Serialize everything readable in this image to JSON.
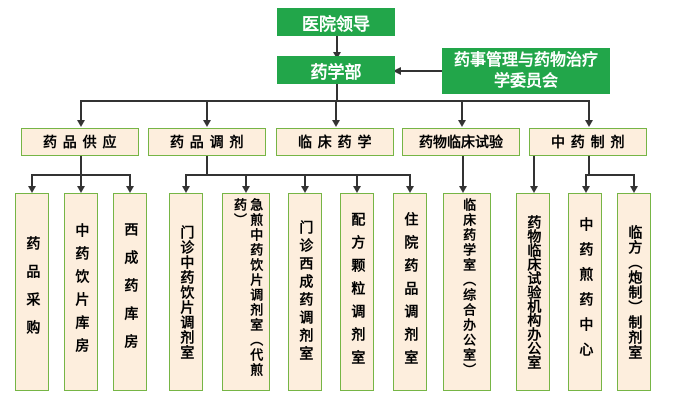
{
  "top": {
    "leader": "医院领导",
    "pharmacy_dept": "药学部",
    "committee": "药事管理与药物治疗学委员会"
  },
  "departments": [
    {
      "label": "药 品 供 应"
    },
    {
      "label": "药 品 调 剂"
    },
    {
      "label": "临 床 药 学"
    },
    {
      "label": "药物临床试验"
    },
    {
      "label": "中 药 制 剂"
    }
  ],
  "units": [
    {
      "label": "药品采购"
    },
    {
      "label": "中药饮片库房"
    },
    {
      "label": "西成药库房"
    },
    {
      "label": "门诊中药饮片调剂室"
    },
    {
      "label": "急煎中药饮片调剂室（代煎药）"
    },
    {
      "label": "门诊西成药调剂室"
    },
    {
      "label": "配方颗粒调剂室"
    },
    {
      "label": "住院药品调剂室"
    },
    {
      "label": "临床药学室（综合办公室）"
    },
    {
      "label": "药物临床试验机构办公室"
    },
    {
      "label": "中药煎药中心"
    },
    {
      "label": "临方（炮制）制剂室"
    }
  ]
}
